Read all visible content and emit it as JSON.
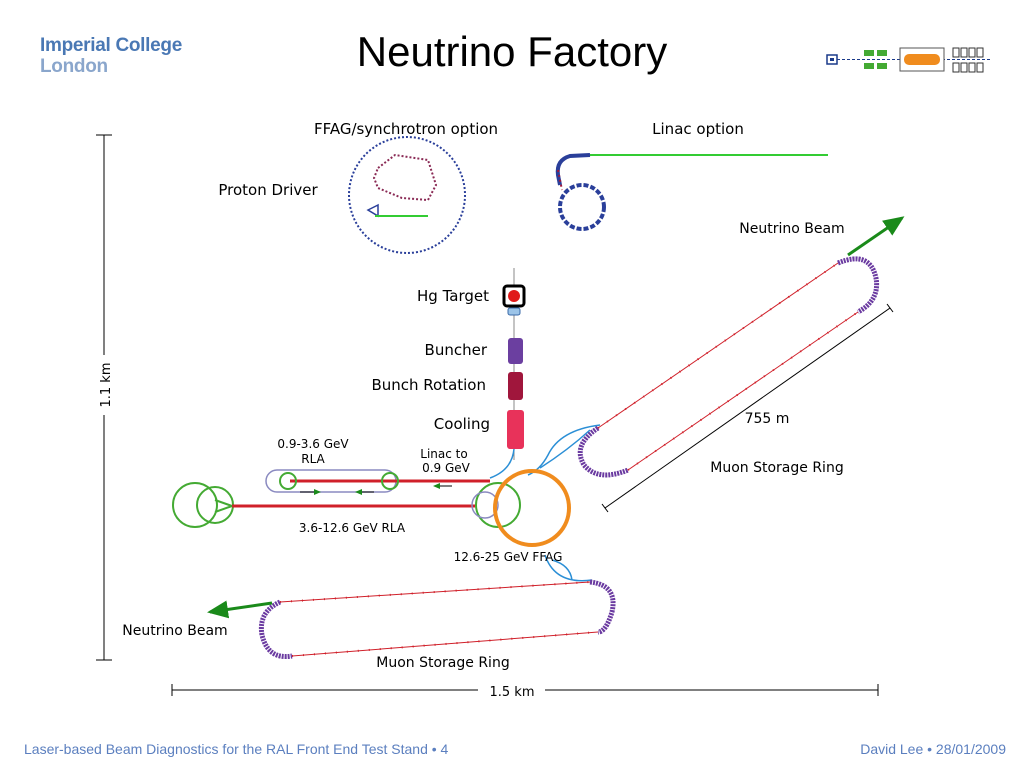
{
  "header": {
    "logo_line1": "Imperial College",
    "logo_line2": "London",
    "title": "Neutrino Factory"
  },
  "diagram": {
    "labels": {
      "ffag_option": "FFAG/synchrotron option",
      "linac_option": "Linac option",
      "proton_driver": "Proton Driver",
      "neutrino_beam_top": "Neutrino Beam",
      "hg_target": "Hg Target",
      "buncher": "Buncher",
      "bunch_rotation": "Bunch Rotation",
      "cooling": "Cooling",
      "rla1_line1": "0.9-3.6 GeV",
      "rla1_line2": "RLA",
      "linac_to_line1": "Linac to",
      "linac_to_line2": "0.9 GeV",
      "rla2": "3.6-12.6 GeV RLA",
      "ffag": "12.6-25 GeV FFAG",
      "length_755": "755 m",
      "muon_ring_right": "Muon Storage Ring",
      "neutrino_beam_bottom": "Neutrino Beam",
      "muon_ring_bottom": "Muon Storage Ring",
      "scale_vertical": "1.1 km",
      "scale_horizontal": "1.5 km"
    },
    "colors": {
      "beamline": "#d0202a",
      "linac": "#33cc33",
      "rla_loops": "#44aa33",
      "ffag_ring": "#f08c1e",
      "transfer_line": "#2b8fd6",
      "neutrino_arrow": "#1a8a1a",
      "magnets": "#6a3aa0",
      "buncher": "#6b3fa0",
      "bunch_rotation": "#a0163c",
      "cooling": "#e8325a"
    }
  },
  "footer": {
    "left": "Laser-based Beam Diagnostics for the RAL Front End Test Stand • 4",
    "right": "David Lee • 28/01/2009"
  }
}
